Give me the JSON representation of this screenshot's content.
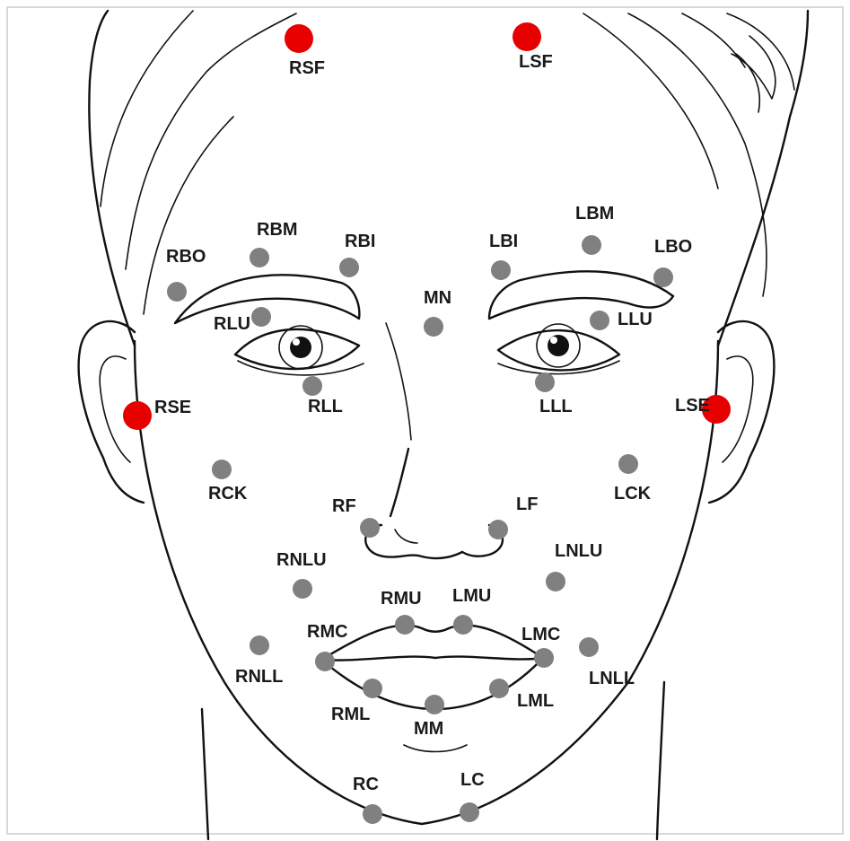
{
  "diagram": {
    "colors": {
      "reference_marker": "#e60000",
      "marker": "#808080",
      "line": "#111111",
      "background": "#ffffff",
      "frame": "#cccccc"
    },
    "reference_markers": [
      {
        "label": "RSF"
      },
      {
        "label": "LSF"
      },
      {
        "label": "RSE"
      },
      {
        "label": "LSE"
      }
    ],
    "markers": [
      {
        "label": "RBO"
      },
      {
        "label": "RBM"
      },
      {
        "label": "RBI"
      },
      {
        "label": "LBI"
      },
      {
        "label": "LBM"
      },
      {
        "label": "LBO"
      },
      {
        "label": "MN"
      },
      {
        "label": "RLU"
      },
      {
        "label": "LLU"
      },
      {
        "label": "RLL"
      },
      {
        "label": "LLL"
      },
      {
        "label": "RCK"
      },
      {
        "label": "LCK"
      },
      {
        "label": "RF"
      },
      {
        "label": "LF"
      },
      {
        "label": "RNLU"
      },
      {
        "label": "LNLU"
      },
      {
        "label": "RMU"
      },
      {
        "label": "LMU"
      },
      {
        "label": "RMC"
      },
      {
        "label": "LMC"
      },
      {
        "label": "RNLL"
      },
      {
        "label": "LNLL"
      },
      {
        "label": "RML"
      },
      {
        "label": "LML"
      },
      {
        "label": "MM"
      },
      {
        "label": "RC"
      },
      {
        "label": "LC"
      }
    ]
  }
}
